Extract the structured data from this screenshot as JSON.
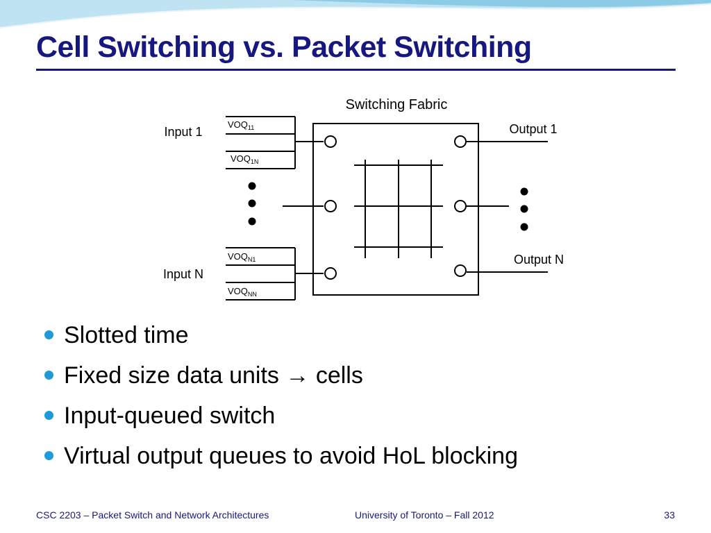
{
  "slide": {
    "title": "Cell Switching vs. Packet Switching",
    "colors": {
      "title": "#17187f",
      "bullet": "#1e9ad6",
      "footer": "#17187f"
    }
  },
  "diagram": {
    "fabric_label": "Switching Fabric",
    "input_1": "Input 1",
    "input_n": "Input N",
    "output_1": "Output 1",
    "output_n": "Output N",
    "voq_prefix": "VOQ",
    "voq_11_sub": "11",
    "voq_1n_sub": "1N",
    "voq_n1_sub": "N1",
    "voq_nn_sub": "NN"
  },
  "bullets": [
    {
      "text": "Slotted time"
    },
    {
      "text_before": "Fixed size data units ",
      "arrow": "→",
      "text_after": " cells"
    },
    {
      "text": "Input-queued switch"
    },
    {
      "text": "Virtual output queues to avoid HoL blocking"
    }
  ],
  "footer": {
    "course": "CSC 2203 – Packet Switch and Network Architectures",
    "university": "University of Toronto – Fall 2012",
    "page_number": "33"
  }
}
